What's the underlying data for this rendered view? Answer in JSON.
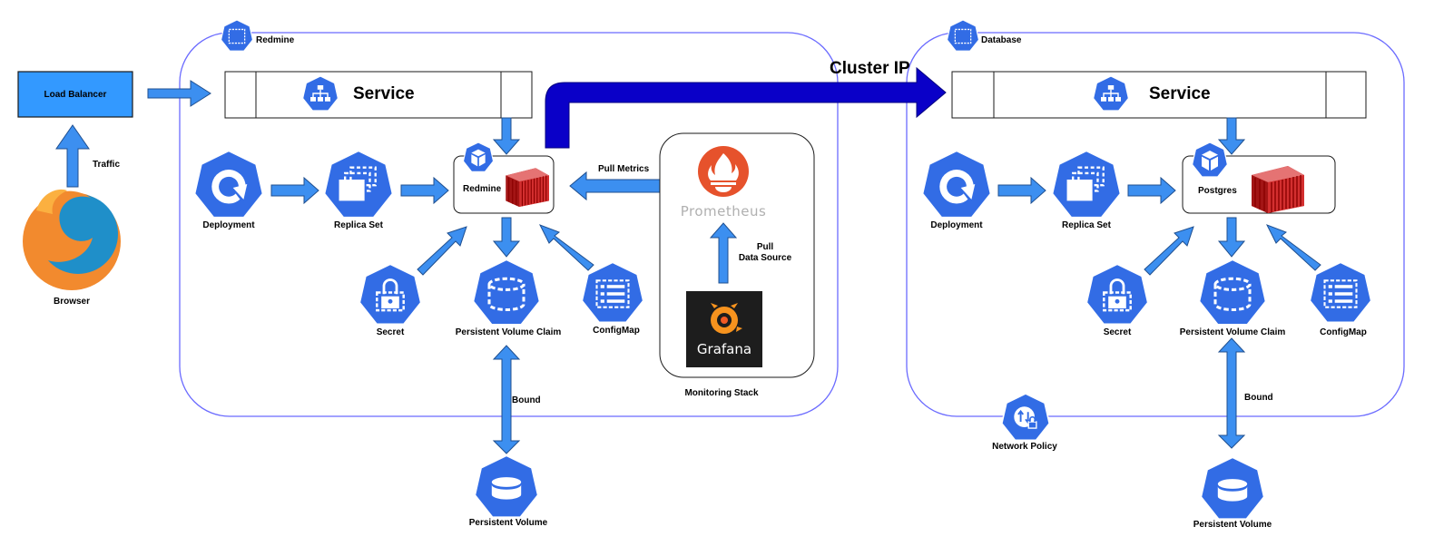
{
  "colors": {
    "k8s_blue": "#326ce5",
    "arrow_blue": "#3c8ff0",
    "cluster_ip_blue": "#0a00c8",
    "load_balancer_fill": "#3399ff",
    "namespace_border": "#6b6bff",
    "container_red": "#c62828",
    "prometheus_orange": "#e6522c",
    "grafana_bg": "#1d1d1d",
    "firefox_orange": "#f28a2e",
    "firefox_blue": "#1f8fc9"
  },
  "namespaces": {
    "redmine": "Redmine",
    "database": "Database"
  },
  "cluster_ip": "Cluster IP",
  "load_balancer": "Load Balancer",
  "traffic": "Traffic",
  "browser": "Browser",
  "redmine_ns": {
    "service": "Service",
    "deployment": "Deployment",
    "replica_set": "Replica Set",
    "pod": "Redmine",
    "secret": "Secret",
    "pvc": "Persistent Volume Claim",
    "configmap": "ConfigMap",
    "bound": "Bound",
    "pv": "Persistent Volume",
    "pull_metrics": "Pull Metrics",
    "pull_data_source_1": "Pull",
    "pull_data_source_2": "Data Source",
    "prometheus": "Prometheus",
    "grafana": "Grafana",
    "monitoring_stack": "Monitoring Stack"
  },
  "database_ns": {
    "service": "Service",
    "deployment": "Deployment",
    "replica_set": "Replica Set",
    "pod": "Postgres",
    "secret": "Secret",
    "pvc": "Persistent Volume Claim",
    "configmap": "ConfigMap",
    "bound": "Bound",
    "pv": "Persistent Volume",
    "network_policy": "Network Policy"
  },
  "icons": [
    "namespace-icon",
    "service-icon",
    "deployment-icon",
    "replica-set-icon",
    "pod-icon",
    "container-icon",
    "secret-icon",
    "pvc-icon",
    "configmap-icon",
    "pv-icon",
    "network-policy-icon",
    "prometheus-icon",
    "grafana-icon",
    "firefox-icon"
  ]
}
